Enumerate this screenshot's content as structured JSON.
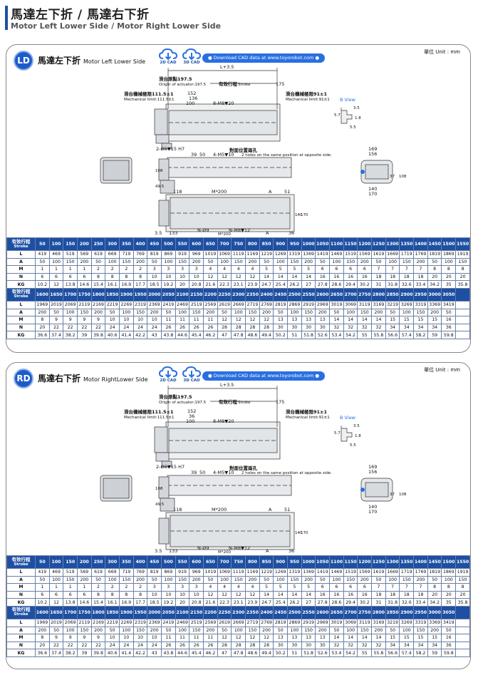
{
  "header": {
    "title_zh": "馬達左下折 / 馬達右下折",
    "title_en": "Motor Left Lower Side / Motor Right Lower Side"
  },
  "colors": {
    "accent": "#1d4fa3",
    "badge": "#1d5cc8",
    "button": "#2a6fe0"
  },
  "icons": [
    "cloud-download-icon"
  ],
  "panels": [
    {
      "code": "LD",
      "title_zh": "馬達左下折",
      "title_en": "Motor Left Lower Side",
      "cad_2d": "2D CAD",
      "cad_3d": "3D CAD",
      "download": "● Download CAD data at www.toyorobot.com ●",
      "unit": "單位 Unit : mm",
      "labels": {
        "ltotal": "L+3.5",
        "origin_zh": "滑台原點197.5",
        "origin_en": "Origin of actuator:197.5",
        "stroke_zh": "有效行程",
        "stroke_en": "Stroke",
        "stroke_val": "175",
        "mechL_zh": "滑台機械極限111.5±1",
        "mechL_en": "Mechanical limit:111.5±1",
        "mechR_zh": "滑台機械極限91±1",
        "mechR_en": "Mechanical limit:91±1",
        "bview": "B View",
        "d152": "152",
        "d136": "136",
        "d100": "100",
        "m8": "8-M8▼20",
        "d57": "5.7",
        "d35": "3.5",
        "d18": "1.8",
        "d55": "5.5",
        "dowel": "2-Ø6▼15 H7",
        "d39": "39",
        "d50": "50",
        "m5": "4-M5▼10",
        "holes_zh": "對面位置兩孔",
        "holes_en": "2 holes on the same position at opposite side.",
        "d169": "169",
        "d156": "156",
        "d37": "37",
        "d108r": "108",
        "d140b": "140",
        "d170b": "170",
        "d108": "108",
        "d495": "49.5",
        "d118": "118",
        "m200": "M*200",
        "dA": "A",
        "d51": "51",
        "d140": "140",
        "d170": "170",
        "d35b": "3.5",
        "d133": "133",
        "n9": "N-Ø9",
        "nm8": "N-M8▼12",
        "dA2": "A",
        "d36": "36",
        "m200b": "M*200"
      }
    },
    {
      "code": "RD",
      "title_zh": "馬達右下折",
      "title_en": "Motor RightLower Side",
      "cad_2d": "2D CAD",
      "cad_3d": "3D CAD",
      "download": "● Download CAD data at www.toyorobot.com ●",
      "unit": "單位 Unit : mm",
      "labels": {
        "ltotal": "L+3.5",
        "origin_zh": "滑台原點197.5",
        "origin_en": "Origin of actuator:197.5",
        "stroke_zh": "有效行程",
        "stroke_en": "Stroke",
        "stroke_val": "175",
        "mechL_zh": "滑台機械極限111.5±1",
        "mechL_en": "Mechanical limit:111.5±1",
        "mechR_zh": "滑台機械極限91±1",
        "mechR_en": "Mechanical limit:91±1",
        "bview": "B View",
        "d152": "152",
        "d136": "36",
        "d100": "100",
        "m8": "8-M8▼20",
        "d57": "5.7",
        "d35": "3.5",
        "d18": "1.8",
        "d55": "5.5",
        "dowel": "2-Ø6▼15 H7",
        "d39": "39",
        "d50": "50",
        "m5": "4-M5▼10",
        "holes_zh": "對面位置兩孔",
        "holes_en": "2 holes on the same position at opposite side.",
        "d169": "169",
        "d156": "156",
        "d37": "37",
        "d108r": "108",
        "d140b": "140",
        "d170b": "170",
        "d108": "108",
        "d495": "49.5",
        "d118": "118",
        "m200": "M*200",
        "dA": "A",
        "d51": "51",
        "d140": "140",
        "d170": "170",
        "d35b": "3.5",
        "d133": "133",
        "n9": "N-Ø9",
        "nm8": "N-M8▼12",
        "dA2": "A",
        "d36": "36",
        "m200b": "M*200"
      }
    }
  ],
  "spec": {
    "stroke_zh": "有效行程",
    "stroke_en": "Stroke",
    "row_labels": [
      "L",
      "A",
      "M",
      "N",
      "KG"
    ],
    "block1": {
      "strokes": [
        "50",
        "100",
        "150",
        "200",
        "250",
        "300",
        "350",
        "400",
        "450",
        "500",
        "550",
        "600",
        "650",
        "700",
        "750",
        "800",
        "850",
        "900",
        "950",
        "1000",
        "1050",
        "1100",
        "1150",
        "1200",
        "1250",
        "1300",
        "1350",
        "1400",
        "1450",
        "1500",
        "1550"
      ],
      "L": [
        "419",
        "469",
        "519",
        "569",
        "619",
        "669",
        "719",
        "769",
        "819",
        "869",
        "919",
        "969",
        "1019",
        "1069",
        "1119",
        "1169",
        "1219",
        "1269",
        "1319",
        "1369",
        "1419",
        "1469",
        "1519",
        "1569",
        "1619",
        "1669",
        "1719",
        "1769",
        "1819",
        "1869",
        "1919"
      ],
      "A": [
        "50",
        "100",
        "150",
        "200",
        "50",
        "100",
        "150",
        "200",
        "50",
        "100",
        "150",
        "200",
        "50",
        "100",
        "150",
        "200",
        "50",
        "100",
        "150",
        "200",
        "50",
        "100",
        "150",
        "200",
        "50",
        "100",
        "150",
        "200",
        "50",
        "100",
        "150"
      ],
      "M": [
        "1",
        "1",
        "1",
        "1",
        "2",
        "2",
        "2",
        "2",
        "3",
        "3",
        "3",
        "3",
        "4",
        "4",
        "4",
        "4",
        "5",
        "5",
        "5",
        "5",
        "6",
        "6",
        "6",
        "6",
        "7",
        "7",
        "7",
        "7",
        "8",
        "8",
        "8"
      ],
      "N": [
        "6",
        "6",
        "6",
        "6",
        "8",
        "8",
        "8",
        "8",
        "10",
        "10",
        "10",
        "10",
        "12",
        "12",
        "12",
        "12",
        "14",
        "14",
        "14",
        "14",
        "16",
        "16",
        "16",
        "16",
        "18",
        "18",
        "18",
        "18",
        "20",
        "20",
        "20"
      ],
      "KG": [
        "10.2",
        "12",
        "13.8",
        "14.6",
        "15.4",
        "16.1",
        "16.9",
        "17.7",
        "18.5",
        "19.2",
        "20",
        "20.8",
        "21.6",
        "22.3",
        "23.1",
        "23.9",
        "24.7",
        "25.4",
        "26.2",
        "27",
        "27.8",
        "28.6",
        "29.4",
        "30.2",
        "31",
        "31.8",
        "32.6",
        "33.4",
        "34.2",
        "35",
        "35.8"
      ]
    },
    "block2": {
      "strokes": [
        "1600",
        "1650",
        "1700",
        "1750",
        "1800",
        "1850",
        "1900",
        "1950",
        "2000",
        "2050",
        "2100",
        "2150",
        "2200",
        "2250",
        "2300",
        "2350",
        "2400",
        "2450",
        "2500",
        "2550",
        "2600",
        "2650",
        "2700",
        "2750",
        "2800",
        "2850",
        "2900",
        "2950",
        "3000",
        "3050"
      ],
      "L": [
        "1969",
        "2019",
        "2069",
        "2119",
        "2169",
        "2219",
        "2269",
        "2319",
        "2369",
        "2419",
        "2469",
        "2519",
        "2569",
        "2619",
        "2669",
        "2719",
        "2769",
        "2819",
        "2869",
        "2919",
        "2969",
        "3019",
        "3069",
        "3119",
        "3169",
        "3219",
        "3269",
        "3319",
        "3369",
        "3419"
      ],
      "A": [
        "200",
        "50",
        "100",
        "150",
        "200",
        "50",
        "100",
        "150",
        "200",
        "50",
        "100",
        "150",
        "200",
        "50",
        "100",
        "150",
        "200",
        "50",
        "100",
        "150",
        "200",
        "50",
        "100",
        "150",
        "200",
        "50",
        "100",
        "150",
        "200",
        "50"
      ],
      "M": [
        "8",
        "9",
        "9",
        "9",
        "9",
        "10",
        "10",
        "10",
        "10",
        "11",
        "11",
        "11",
        "11",
        "12",
        "12",
        "12",
        "12",
        "13",
        "13",
        "13",
        "13",
        "14",
        "14",
        "14",
        "14",
        "15",
        "15",
        "15",
        "15",
        "16"
      ],
      "N": [
        "20",
        "22",
        "22",
        "22",
        "22",
        "24",
        "24",
        "24",
        "24",
        "26",
        "26",
        "26",
        "26",
        "28",
        "28",
        "28",
        "28",
        "30",
        "30",
        "30",
        "30",
        "32",
        "32",
        "32",
        "32",
        "34",
        "34",
        "34",
        "34",
        "36"
      ],
      "KG": [
        "36.6",
        "37.4",
        "38.2",
        "39",
        "39.8",
        "40.6",
        "41.4",
        "42.2",
        "43",
        "43.8",
        "44.6",
        "45.4",
        "46.2",
        "47",
        "47.8",
        "48.6",
        "49.4",
        "50.2",
        "51",
        "51.8",
        "52.6",
        "53.4",
        "54.2",
        "55",
        "55.8",
        "56.6",
        "57.4",
        "58.2",
        "59",
        "59.8"
      ]
    }
  }
}
